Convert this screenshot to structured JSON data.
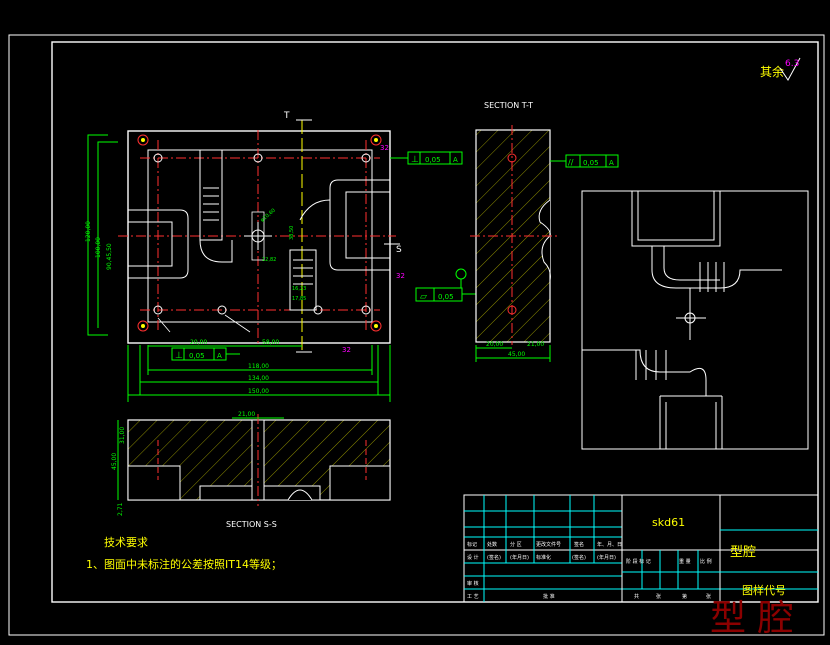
{
  "roughness": {
    "label": "其余",
    "value": "6.3"
  },
  "section_tt": "SECTION T-T",
  "section_ss": "SECTION S-S",
  "markers": {
    "t": "T",
    "s": "S"
  },
  "main_view": {
    "dims": {
      "d118": "118,00",
      "d134": "134,00",
      "d150": "150,00",
      "d20": "20,00",
      "d58": "58,00",
      "d120": "120,00",
      "d100": "100,00",
      "d90": "90,45,50",
      "d1282": "12,82",
      "d1623": "16,23",
      "d1785": "17,85",
      "dphi": "φ10,60",
      "d38": "38,50"
    },
    "tol_bottom": {
      "symbol": "⊥",
      "value": "0,05",
      "datum": "A"
    },
    "tol_right": {
      "symbol": "⊥",
      "value": "0,05",
      "datum": "A"
    },
    "flat": {
      "symbol": "▱",
      "value": "0,05"
    },
    "rough": {
      "r1": "32",
      "r2": "32",
      "r3": "32"
    }
  },
  "section_tt_view": {
    "tol": {
      "symbol": "//",
      "value": "0,05",
      "datum": "A"
    },
    "d20": "20,00",
    "d21": "21,00",
    "d45": "45,00"
  },
  "section_ss_view": {
    "d21": "21,00",
    "d45": "45,00",
    "d31": "31,00",
    "d271": "2,71"
  },
  "notes": {
    "title": "技术要求",
    "item1": "1、图面中未标注的公差按照IT14等级；"
  },
  "title_block": {
    "material": "skd61",
    "part_name": "型腔",
    "drawing_no": "图样代号",
    "row_headers": [
      "标记",
      "处数",
      "分 区",
      "更改文件号",
      "签名",
      "年、月、日"
    ],
    "row2": [
      "设 计",
      "(签名)",
      "(年月日)",
      "标准化",
      "(签名)",
      "(年月日)"
    ],
    "row3": [
      "审 核"
    ],
    "row4": [
      "工 艺"
    ],
    "approve": "批 准",
    "stage_cols": [
      "阶 段 标 记",
      "重 量",
      "比 例"
    ],
    "sheet_cols": [
      "共",
      "张",
      "第",
      "张"
    ]
  },
  "watermark": "型 腔"
}
